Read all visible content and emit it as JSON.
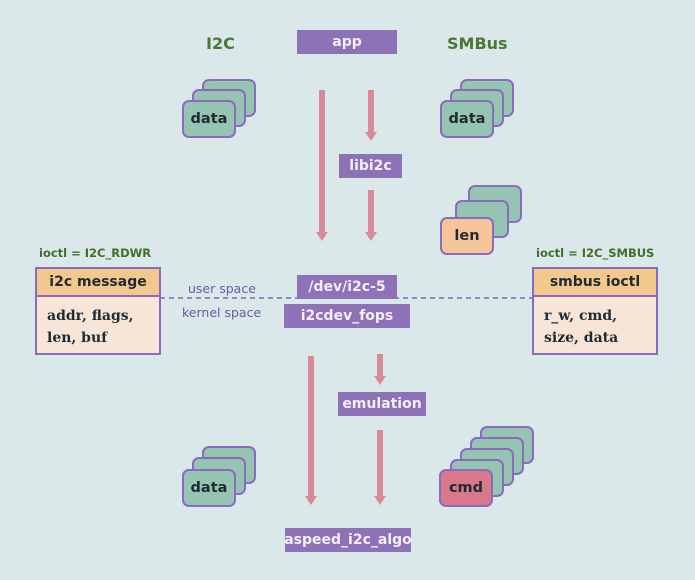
{
  "headers": {
    "left": "I2C",
    "right": "SMBus"
  },
  "boxes": {
    "app": "app",
    "libi2c": "libi2c",
    "dev": "/dev/i2c-5",
    "fops": "i2cdev_fops",
    "emulation": "emulation",
    "algo": "aspeed_i2c_algo"
  },
  "stacks": {
    "top_left": "data",
    "top_right": "data",
    "len": "len",
    "bottom_left": "data",
    "bottom_right": "cmd"
  },
  "left_struct": {
    "ioctl": "ioctl = I2C_RDWR",
    "title": "i2c message",
    "lines": [
      "addr, flags,",
      "len, buf"
    ]
  },
  "right_struct": {
    "ioctl": "ioctl = I2C_SMBUS",
    "title": "smbus ioctl",
    "lines": [
      "r_w, cmd,",
      "size, data"
    ]
  },
  "space_labels": {
    "user": "user space",
    "kernel": "kernel space"
  },
  "colors": {
    "background": "#dbe8ea",
    "box_purple": "#8e72b8",
    "arrow_pink": "#d98a98",
    "card_green": "#96c4b2",
    "card_len": "#f6c69a",
    "card_cmd": "#d9788a",
    "boundary": "#7a68c0"
  }
}
